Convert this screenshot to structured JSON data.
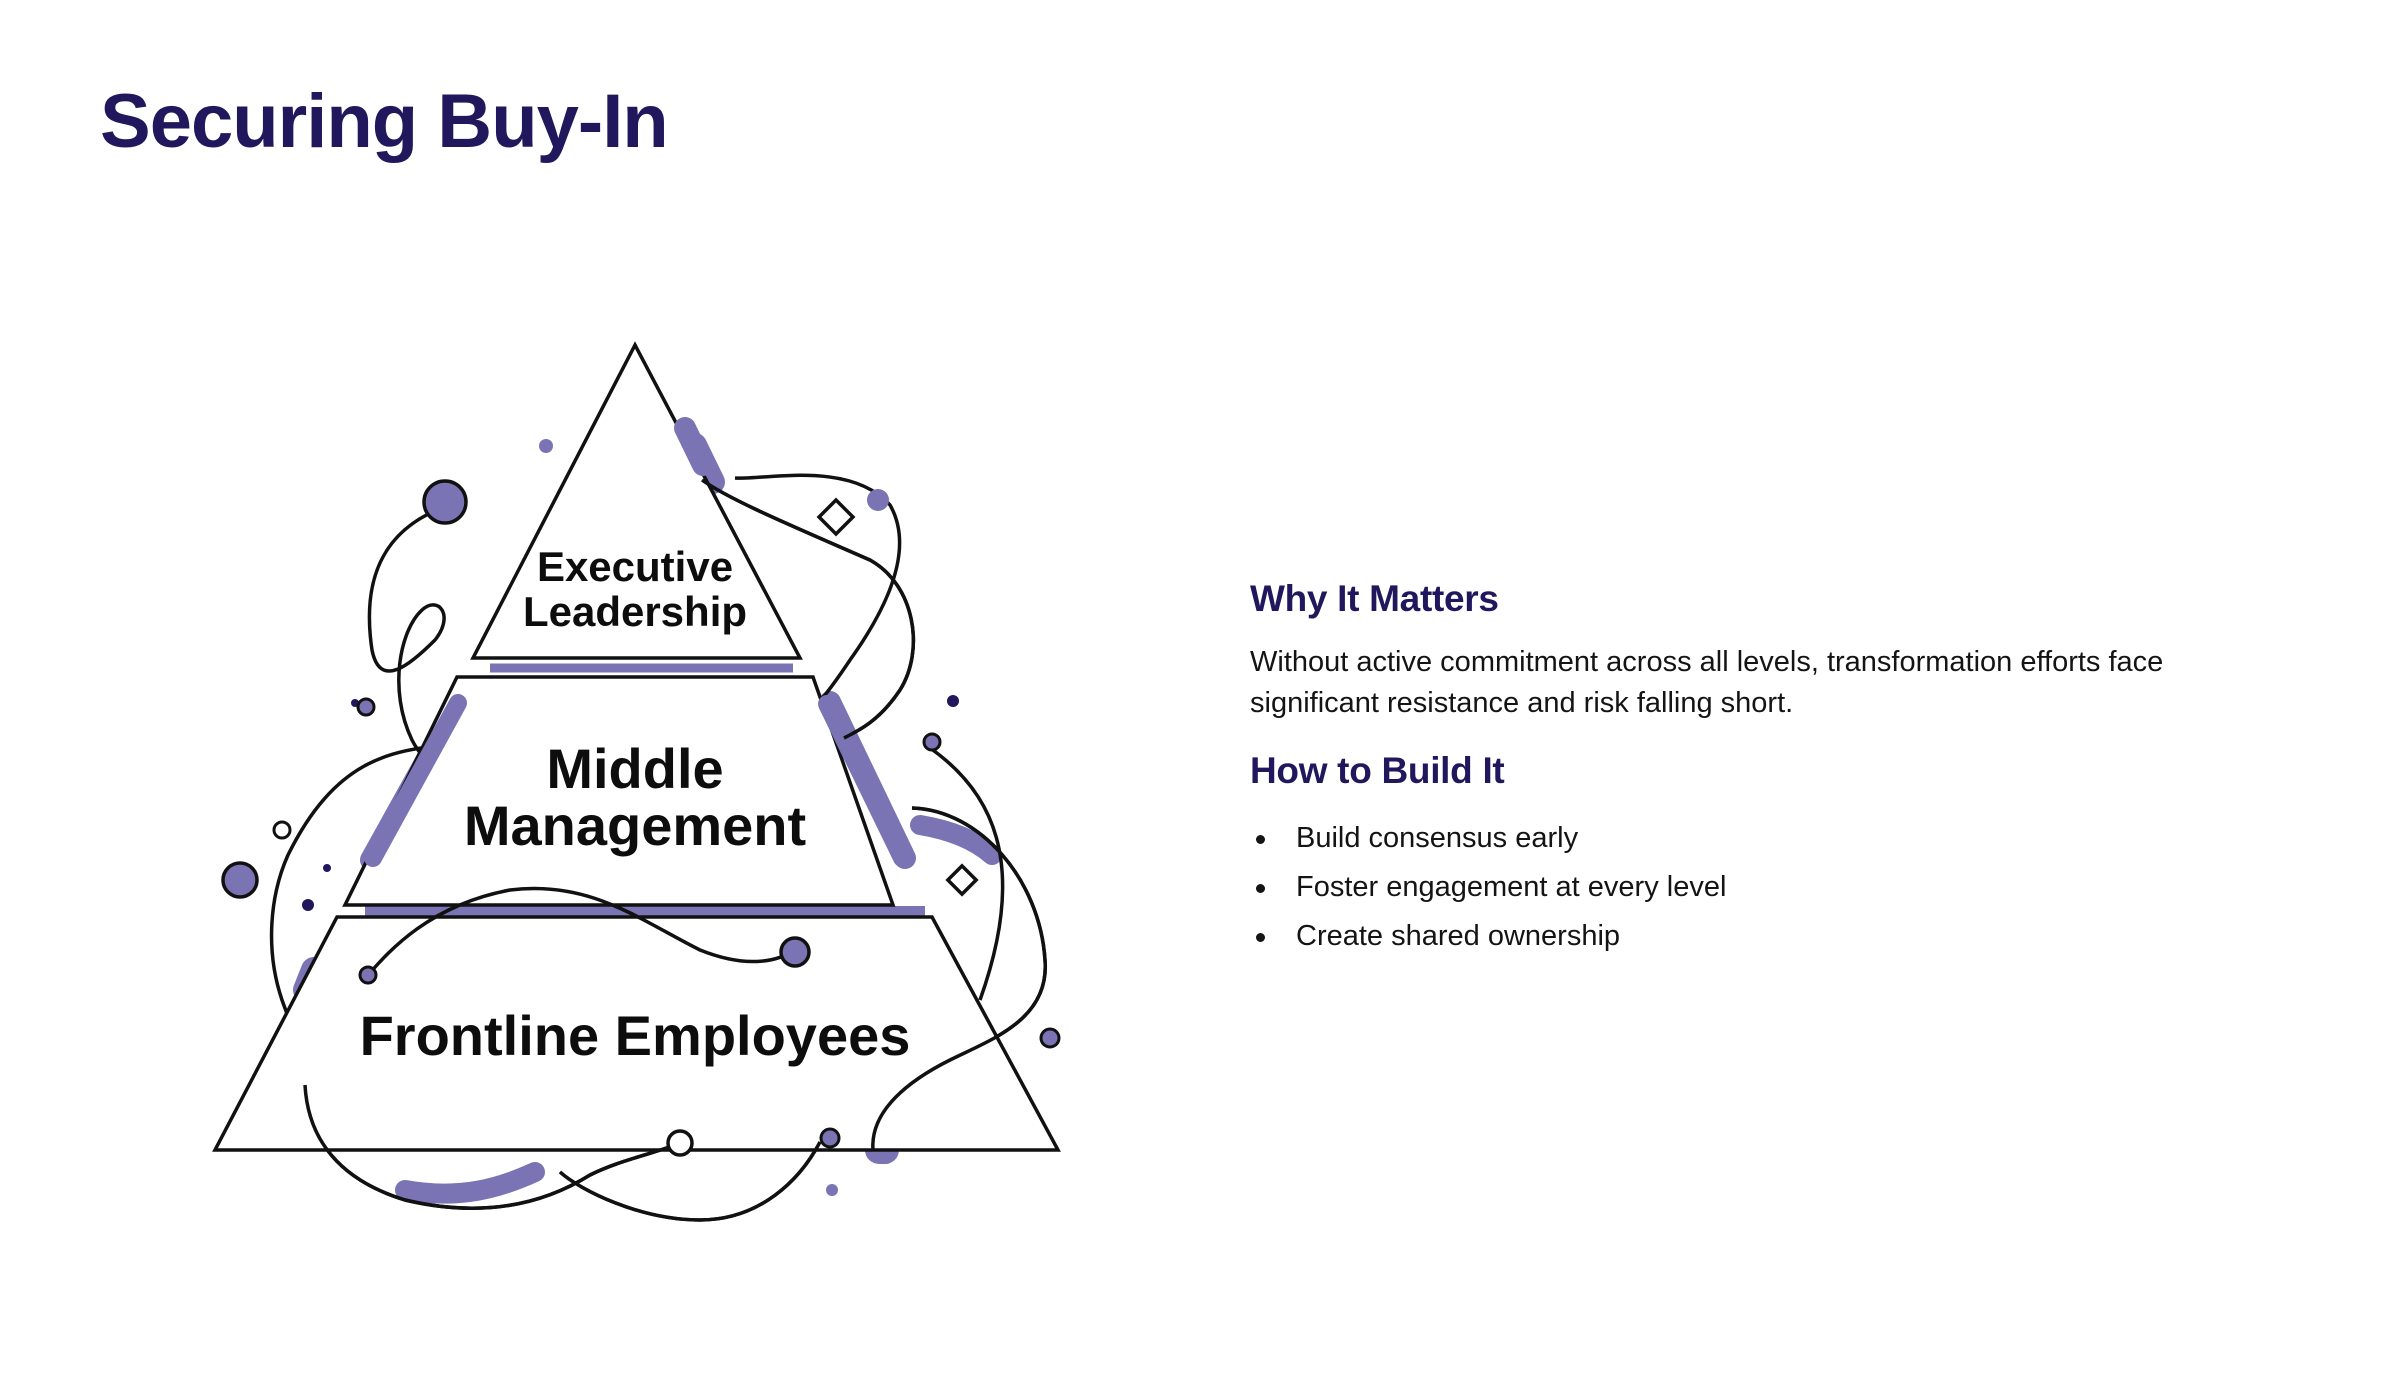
{
  "title": "Securing Buy-In",
  "diagram": {
    "tiers": [
      {
        "lines": [
          "Executive",
          "Leadership"
        ]
      },
      {
        "lines": [
          "Middle",
          "Management"
        ]
      },
      {
        "lines": [
          "Frontline Employees"
        ]
      }
    ],
    "stroke_color": "#111111",
    "accent_color": "#7a74b5"
  },
  "why": {
    "heading": "Why It Matters",
    "body": "Without active commitment across all levels, transformation efforts face significant resistance and risk falling short."
  },
  "how": {
    "heading": "How to Build It",
    "bullets": [
      "Build consensus early",
      "Foster engagement at every level",
      "Create shared ownership"
    ]
  },
  "colors": {
    "heading": "#21175c",
    "accent": "#7a74b5"
  }
}
